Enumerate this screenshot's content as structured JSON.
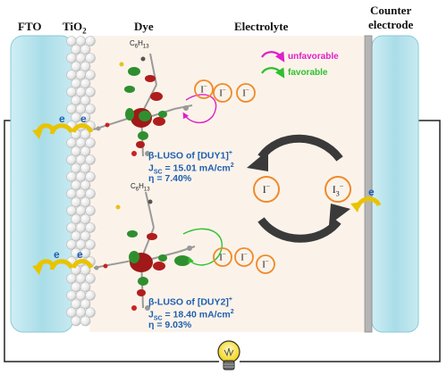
{
  "labels": {
    "fto": "FTO",
    "tio2_base": "TiO",
    "tio2_sub": "2",
    "dye": "Dye",
    "electrolyte": "Electrolyte",
    "counter_line1": "Counter",
    "counter_line2": "electrode"
  },
  "legend": {
    "unfavorable": "unfavorable",
    "favorable": "favorable"
  },
  "colors": {
    "unfavorable": "#e020c8",
    "favorable": "#2fbf2f",
    "redox_ring": "#f08a2a",
    "electrode": "#b8e4ec",
    "electrolyte_bg": "#fbf3ea",
    "blue_text": "#1f5fb0"
  },
  "electron_label": "e",
  "alkyl_label_base": "C",
  "alkyl_label_sub": "6",
  "alkyl_label_mid": "H",
  "alkyl_label_sub2": "13",
  "dye1": {
    "title": "β-LUSO of [DUY1]",
    "title_sup": "+",
    "jsc_prefix": "J",
    "jsc_sub": "SC",
    "jsc_value": " = 15.01 mA/cm",
    "jsc_sup": "2",
    "eta": "η = 7.40%"
  },
  "dye2": {
    "title": "β-LUSO of [DUY2]",
    "title_sup": "+",
    "jsc_prefix": "J",
    "jsc_sub": "SC",
    "jsc_value": " = 18.40 mA/cm",
    "jsc_sup": "2",
    "eta": "η = 9.03%"
  },
  "iodide": "I",
  "iodide_sup": "−",
  "triiodide_base": "I",
  "triiodide_sub": "3",
  "triiodide_sup": "−"
}
